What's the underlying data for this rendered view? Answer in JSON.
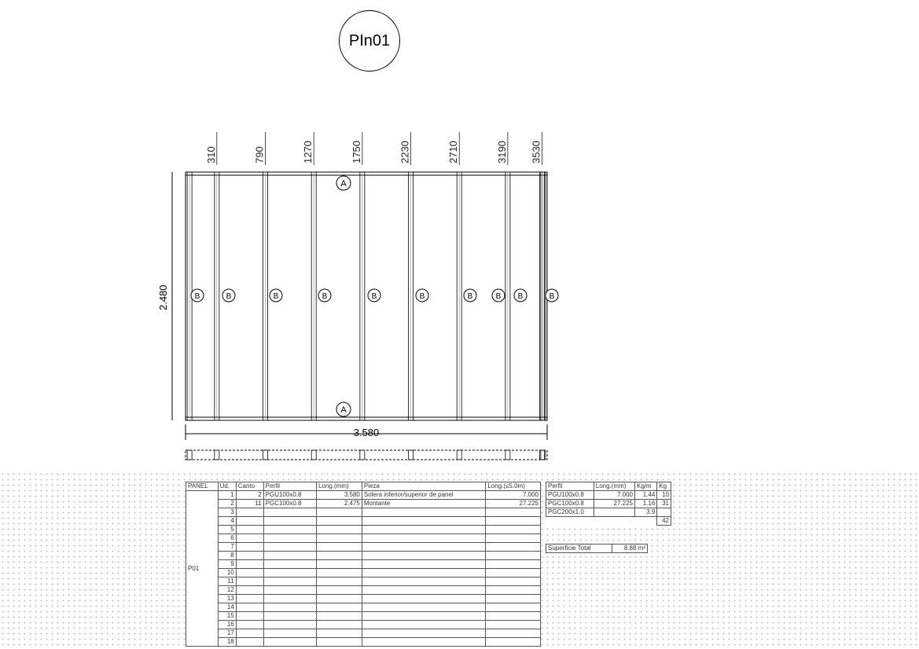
{
  "sheet_label": "PIn01",
  "dimensions": {
    "stud_positions": [
      "310",
      "790",
      "1270",
      "1750",
      "2230",
      "2710",
      "3190",
      "3530"
    ],
    "total_width": "3.580",
    "total_height": "2.480"
  },
  "markers": {
    "top_bottom": "A",
    "studs": "B"
  },
  "main_table": {
    "headers": [
      "PANEL",
      "Ud.",
      "Canto",
      "Perfil",
      "Long.(mm)",
      "Pieza",
      "Long.(≤5.0m)"
    ],
    "panel_name": "P01",
    "rows": [
      {
        "n": "2",
        "canto": "2",
        "perfil": "PGU100x0.8",
        "long": "3.580",
        "pieza": "Solera inferior/superior de panel",
        "total": "7.000"
      },
      {
        "n": "11",
        "canto": "11",
        "perfil": "PGC100x0.8",
        "long": "2.475",
        "pieza": "Montante",
        "total": "27.225"
      }
    ],
    "row_numbers": [
      "1",
      "2",
      "3",
      "4",
      "5",
      "6",
      "7",
      "8",
      "9",
      "10",
      "11",
      "12",
      "13",
      "14",
      "15",
      "16",
      "17",
      "18"
    ]
  },
  "summary_table": {
    "headers": [
      "Perfil",
      "Long.(mm)",
      "Kg/m",
      "Kg"
    ],
    "rows": [
      {
        "perfil": "PGU100x0.8",
        "long": "7.000",
        "kgm": "1.44",
        "kg": "10"
      },
      {
        "perfil": "PGC100x0.8",
        "long": "27.225",
        "kgm": "1.16",
        "kg": "31"
      },
      {
        "perfil": "PGC200x1.0",
        "long": "",
        "kgm": "3.9",
        "kg": ""
      }
    ],
    "total_kg": "42",
    "surface_label": "Superficie Total",
    "surface_value": "8.88 m²"
  }
}
